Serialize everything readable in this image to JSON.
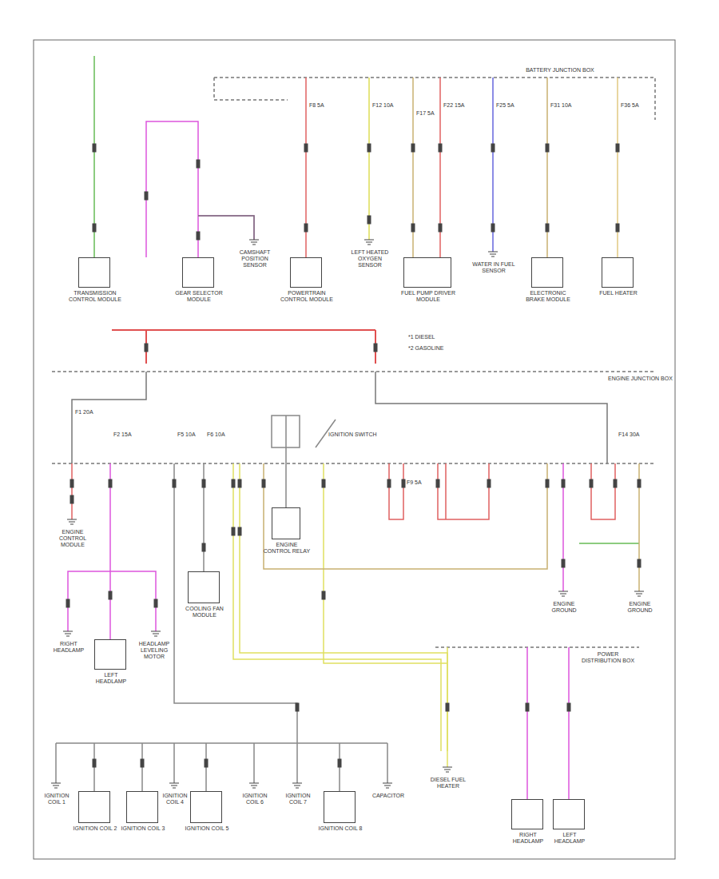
{
  "diagram": {
    "nodes": [
      {
        "text": [
          "TRANSMISSION CONTROL MODULE"
        ]
      },
      {
        "text": [
          "GEAR SELECTOR MODULE"
        ]
      },
      {
        "text": [
          "POWERTRAIN CONTROL MODULE"
        ]
      },
      {
        "text": [
          "FUEL PUMP DRIVER MODULE"
        ]
      },
      {
        "text": [
          "ELECTRONIC BRAKE MODULE"
        ]
      },
      {
        "text": [
          "FUEL HEATER"
        ]
      },
      {
        "text": [
          "ENGINE CONTROL RELAY"
        ]
      },
      {
        "text": [
          "COOLING FAN MODULE"
        ]
      },
      {
        "text": [
          "LEFT HEADLAMP"
        ]
      },
      {
        "text": [
          "IGNITION COIL 2"
        ]
      },
      {
        "text": [
          "IGNITION COIL 3"
        ]
      },
      {
        "text": [
          "IGNITION COIL 5"
        ]
      },
      {
        "text": [
          "IGNITION COIL 8"
        ]
      },
      {
        "text": [
          "RIGHT HEADLAMP"
        ]
      },
      {
        "text": [
          "LEFT HEADLAMP"
        ]
      }
    ],
    "labels": [
      "BATTERY JUNCTION BOX",
      "F8 5A",
      "F12 10A",
      "F17 5A",
      "F22 15A",
      "F25 5A",
      "F31 10A",
      "F36 5A",
      "CAMSHAFT POSITION SENSOR",
      "LEFT HEATED OXYGEN SENSOR",
      "WATER IN FUEL SENSOR",
      "ENGINE JUNCTION BOX",
      "*1 DIESEL",
      "*2 GASOLINE",
      "F1 20A",
      "F2 15A",
      "F5 10A",
      "F6 10A",
      "F9 5A",
      "F14 30A",
      "IGNITION SWITCH",
      "ENGINE CONTROL MODULE",
      "RIGHT HEADLAMP",
      "HEADLAMP LEVELING MOTOR",
      "ENGINE GROUND",
      "ENGINE GROUND",
      "IGNITION COIL 1",
      "IGNITION COIL 4",
      "IGNITION COIL 6",
      "IGNITION COIL 7",
      "CAPACITOR",
      "POWER DISTRIBUTION BOX",
      "DIESEL FUEL HEATER"
    ]
  }
}
